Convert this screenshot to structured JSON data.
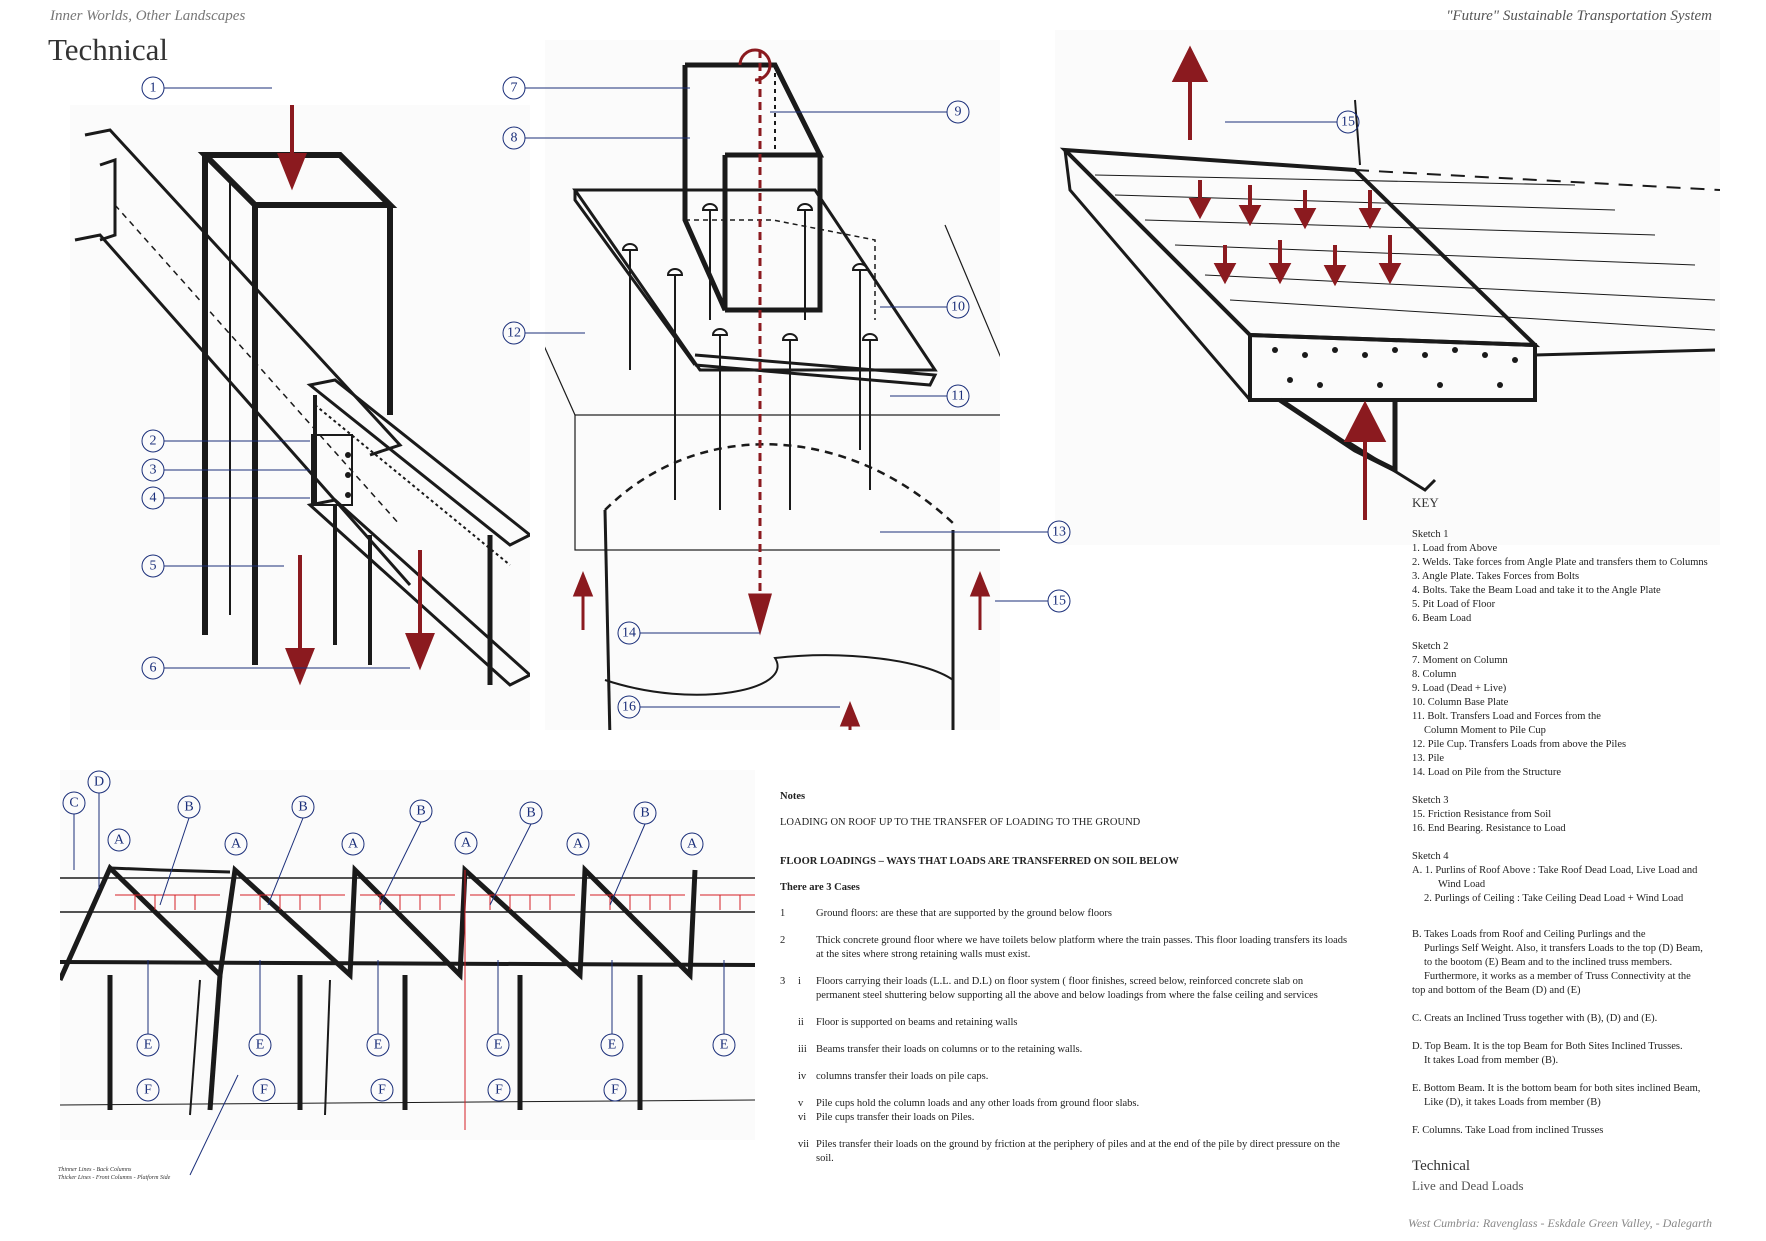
{
  "header": {
    "left": "Inner Worlds, Other Landscapes",
    "title": "Technical",
    "right": "\"Future\" Sustainable Transportation System"
  },
  "sketch1": {
    "labels": [
      "1",
      "2",
      "3",
      "4",
      "5",
      "6"
    ]
  },
  "sketch2": {
    "labels": [
      "7",
      "8",
      "9",
      "10",
      "11",
      "12",
      "13",
      "14",
      "15",
      "16"
    ]
  },
  "sketch3": {
    "labels": [
      "15"
    ]
  },
  "sketch4": {
    "labels": [
      "A",
      "B",
      "C",
      "D",
      "E",
      "F"
    ],
    "small_note": [
      "Thinner Lines - Back Columns",
      "Thicker Lines - Front Columns - Platform Side"
    ]
  },
  "notes": {
    "heading": "Notes",
    "line1": "LOADING ON ROOF UP TO THE TRANSFER OF LOADING TO THE GROUND",
    "line2": "FLOOR LOADINGS – WAYS THAT LOADS ARE TRANSFERRED ON SOIL BELOW",
    "line3": "There are 3 Cases",
    "items": [
      {
        "n": "1",
        "text": "Ground floors: are these that are supported by the ground below floors"
      },
      {
        "n": "2",
        "text": "Thick concrete ground floor where we have toilets below platform where the train passes. This floor loading transfers its loads at the sites where strong retaining walls must exist."
      },
      {
        "n": "3",
        "sub": "i",
        "text": "Floors carrying their loads (L.L. and D.L) on floor system ( floor finishes, screed below, reinforced concrete slab on permanent steel shuttering below supporting all the above and below loadings from where the false ceiling and services"
      },
      {
        "n": "",
        "sub": "ii",
        "text": "Floor is supported on beams and retaining walls"
      },
      {
        "n": "",
        "sub": "iii",
        "text": "Beams transfer their loads on columns or to the retaining walls."
      },
      {
        "n": "",
        "sub": "iv",
        "text": "columns transfer their loads on pile caps."
      },
      {
        "n": "",
        "sub": "v",
        "text": "Pile cups hold the column loads and any other loads from ground floor slabs."
      },
      {
        "n": "",
        "sub": "vi",
        "text": "Pile cups transfer their loads on Piles."
      },
      {
        "n": "",
        "sub": "vii",
        "text": "Piles transfer their loads on the ground by friction at the periphery of piles and at the end of the pile by direct pressure on the soil."
      }
    ]
  },
  "key": {
    "title": "KEY",
    "sketch1": {
      "title": "Sketch 1",
      "items": [
        "1. Load from Above",
        "2. Welds. Take forces from Angle Plate and transfers them to Columns",
        "3. Angle Plate. Takes Forces from Bolts",
        "4. Bolts. Take the Beam Load and take it to the Angle Plate",
        "5. Pit Load of Floor",
        "6. Beam Load"
      ]
    },
    "sketch2": {
      "title": "Sketch 2",
      "items": [
        "7. Moment on Column",
        "8. Column",
        "9. Load (Dead + Live)",
        "10. Column Base Plate",
        "11. Bolt. Transfers Load and Forces from the",
        "Column Moment to Pile Cup",
        "12. Pile Cup. Transfers Loads from above the Piles",
        "13. Pile",
        "14. Load on Pile from the Structure"
      ]
    },
    "sketch3": {
      "title": "Sketch 3",
      "items": [
        "15. Friction Resistance from Soil",
        "16. End Bearing. Resistance to Load"
      ]
    },
    "sketch4": {
      "title": "Sketch 4",
      "items": [
        "A. 1. Purlins of Roof Above : Take Roof Dead Load, Live Load and",
        "Wind Load",
        "2. Purlings of Ceiling : Take Ceiling Dead Load + Wind Load"
      ]
    },
    "b": [
      "B. Takes Loads from Roof and Ceiling Purlings and the",
      "Purlings Self Weight. Also, it transfers Loads to the top (D) Beam,",
      "to the bootom (E) Beam and to the inclined truss members.",
      "Furthermore, it works as a member of Truss Connectivity at the",
      "top and bottom of the Beam (D) and (E)"
    ],
    "c": "C. Creats an Inclined Truss together with (B), (D) and (E).",
    "d": [
      "D. Top Beam. It is the top Beam for Both Sites Inclined Trusses.",
      "It takes Load from member (B)."
    ],
    "e": [
      "E. Bottom Beam. It is the bottom beam for both sites inclined Beam,",
      "Like (D), it takes Loads from member (B)"
    ],
    "f": "F. Columns. Take Load from inclined Trusses"
  },
  "footer": {
    "title": "Technical",
    "subtitle": "Live and Dead Loads",
    "location": "West Cumbria: Ravenglass - Eskdale Green Valley, - Dalegarth"
  },
  "colors": {
    "ink": "#1a1a1a",
    "load_red": "#8b1a1f",
    "callout_blue": "#1b2f7a"
  }
}
